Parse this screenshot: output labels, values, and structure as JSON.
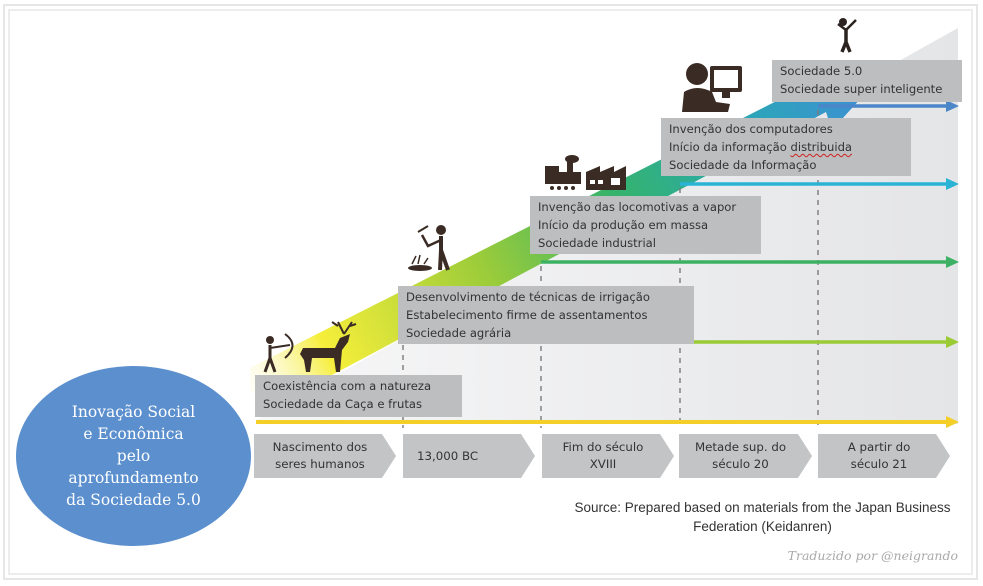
{
  "title_circle": {
    "text": "Inovação Social\ne Econômica\npelo\naprofundamento\nda Sociedade 5.0",
    "color": "#5b8fce"
  },
  "stages": [
    {
      "id": "society-1",
      "icon": "hunter-deer-icon",
      "lines": [
        "Coexistência com a natureza",
        "Sociedade da Caça e frutas"
      ],
      "arrow_color": "#f4cf28"
    },
    {
      "id": "society-2",
      "icon": "farmer-icon",
      "lines": [
        "Desenvolvimento de técnicas de irrigação",
        "Estabelecimento firme de assentamentos",
        "Sociedade agrária"
      ],
      "arrow_color": "#9acb35"
    },
    {
      "id": "society-3",
      "icon": "locomotive-factory-icon",
      "lines": [
        "Invenção das locomotivas a vapor",
        "Início da produção em massa",
        "Sociedade industrial"
      ],
      "arrow_color": "#3db163"
    },
    {
      "id": "society-4",
      "icon": "computer-user-icon",
      "lines": [
        "Invenção dos computadores",
        "Início da informação distribuida",
        "Sociedade da Informação"
      ],
      "flagged_word": "distribuida",
      "arrow_color": "#2bb3d6"
    },
    {
      "id": "society-5",
      "icon": "cheering-person-icon",
      "lines": [
        "Sociedade 5.0",
        "Sociedade super inteligente"
      ],
      "arrow_color": "#4a86c8"
    }
  ],
  "timeline": [
    "Nascimento dos\nseres humanos",
    "13,000 BC",
    "Fim do século\nXVIII",
    "Metade sup. do\nséculo 20",
    "A partir do\nséculo 21"
  ],
  "band_colors": [
    "#f6ee3a",
    "#9ccc3a",
    "#35b36b",
    "#29a9b4",
    "#3e8fd4"
  ],
  "source": "Source: Prepared based on materials from the Japan Business Federation (Keidanren)",
  "credit": "Traduzido por @neigrando"
}
